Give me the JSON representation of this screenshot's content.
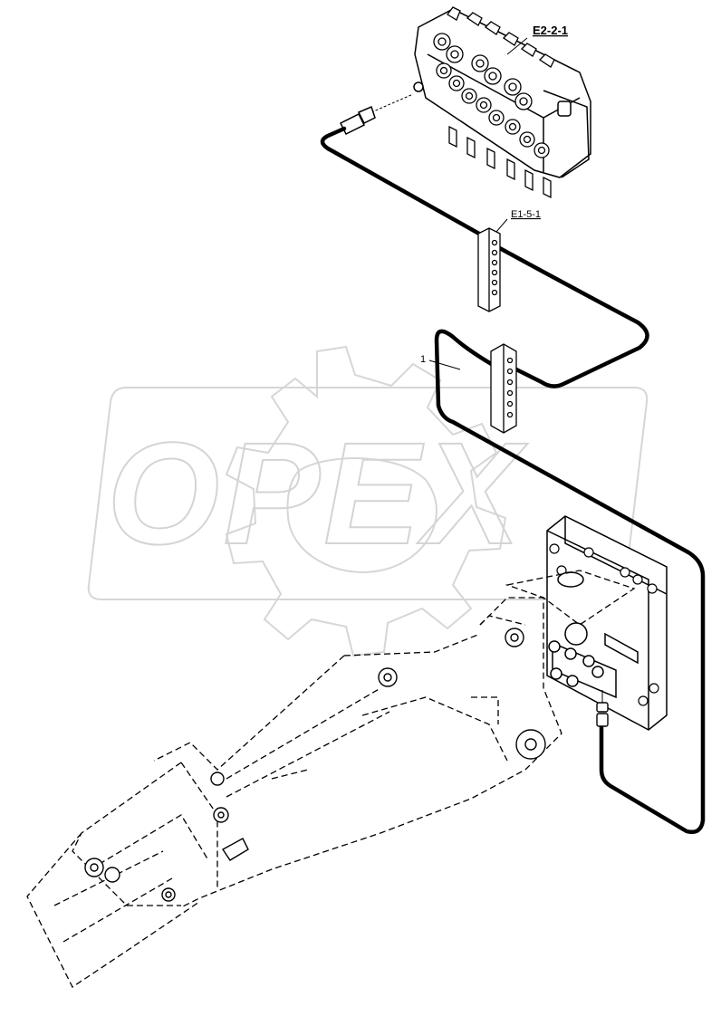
{
  "watermark": {
    "text": "OPEX",
    "color": "#d6d6d6"
  },
  "callouts": {
    "valve_block": "E2-2-1",
    "junction_upper": "E1-5-1",
    "hose_item": "1"
  },
  "colors": {
    "line": "#000000",
    "background": "#ffffff",
    "watermark": "#d6d6d6"
  }
}
